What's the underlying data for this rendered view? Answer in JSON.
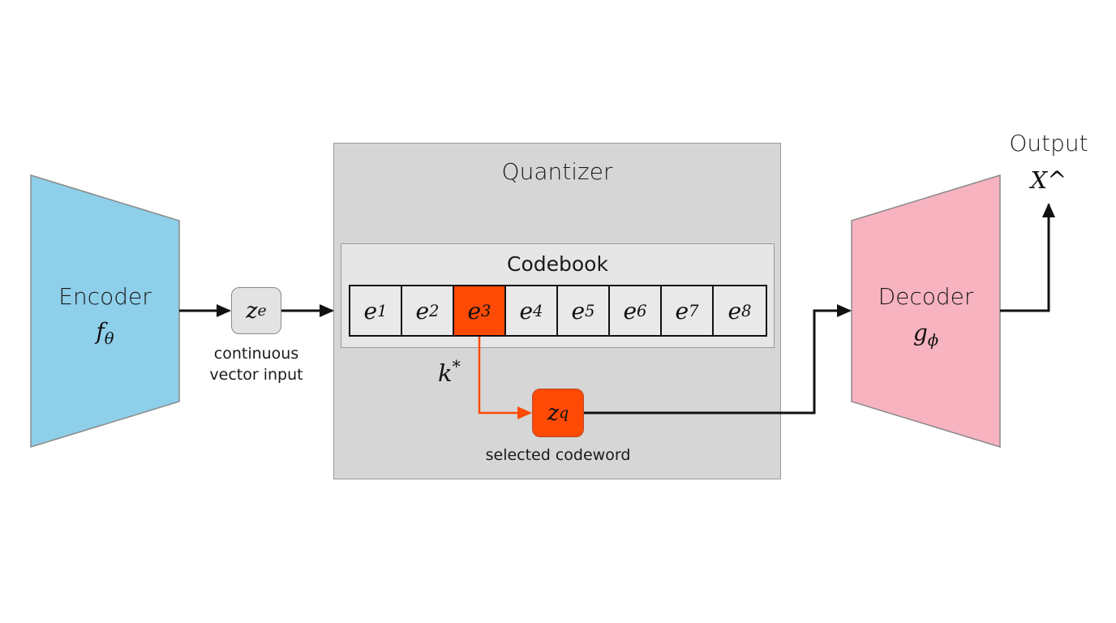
{
  "encoder": {
    "title": "Encoder",
    "symbol_base": "f",
    "symbol_sub": "θ",
    "color": "#8ecfea"
  },
  "latent_input": {
    "symbol_base": "z",
    "symbol_sub": "e",
    "caption_line1": "continuous",
    "caption_line2": "vector input"
  },
  "quantizer": {
    "title": "Quantizer",
    "codebook": {
      "title": "Codebook",
      "entries": [
        {
          "base": "e",
          "sub": "1",
          "selected": false
        },
        {
          "base": "e",
          "sub": "2",
          "selected": false
        },
        {
          "base": "e",
          "sub": "3",
          "selected": true
        },
        {
          "base": "e",
          "sub": "4",
          "selected": false
        },
        {
          "base": "e",
          "sub": "5",
          "selected": false
        },
        {
          "base": "e",
          "sub": "6",
          "selected": false
        },
        {
          "base": "e",
          "sub": "7",
          "selected": false
        },
        {
          "base": "e",
          "sub": "8",
          "selected": false
        }
      ]
    },
    "index_label": {
      "base": "k",
      "sup": "*"
    },
    "selected": {
      "symbol_base": "z",
      "symbol_sub": "q",
      "caption": "selected codeword"
    },
    "highlight_color": "#ff4a05"
  },
  "decoder": {
    "title": "Decoder",
    "symbol_base": "g",
    "symbol_sub": "ϕ",
    "color": "#f7b3c0"
  },
  "output": {
    "title": "Output",
    "symbol": "X^"
  }
}
